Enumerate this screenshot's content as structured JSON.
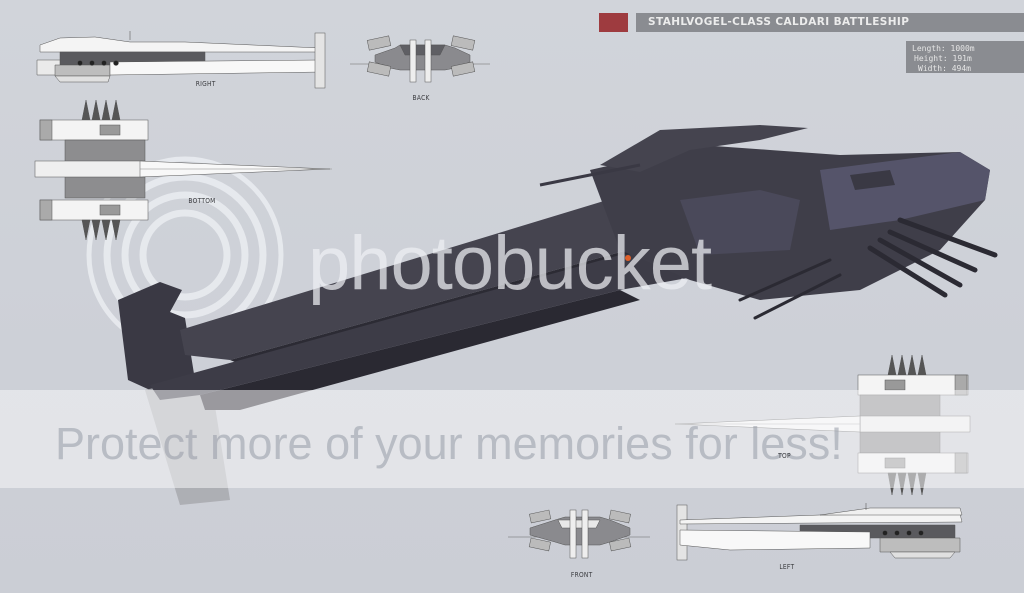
{
  "header": {
    "title": "STAHLVOGEL-CLASS CALDARI BATTLESHIP",
    "accent_color": "#9e3b3f",
    "bar_color": "#8a8c91"
  },
  "specs": {
    "length": "Length: 1000m",
    "height": "Height: 191m",
    "width": "Width: 494m"
  },
  "views": {
    "right": "RIGHT",
    "back": "BACK",
    "bottom": "BOTTOM",
    "top": "TOP",
    "front": "FRONT",
    "left": "LEFT"
  },
  "render": {
    "hull_color": "#3e3d48",
    "hull_shadow": "#25242c",
    "hull_highlight": "#57566a"
  },
  "watermark": {
    "logo_text": "photobucket",
    "banner_text": "Protect more of your memories for less!"
  }
}
